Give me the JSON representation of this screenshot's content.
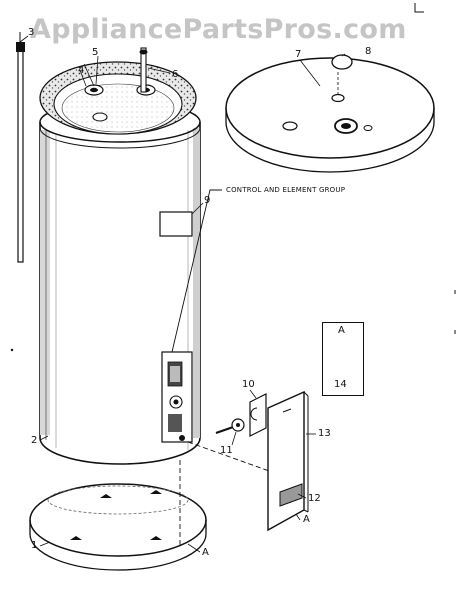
{
  "watermark": "AppliancePartsPros.com",
  "group_label": "CONTROL AND ELEMENT GROUP",
  "callouts": {
    "c1": "1",
    "c2": "2",
    "c3": "3",
    "c4": "4",
    "c5": "5",
    "c6": "6",
    "c7": "7",
    "c8": "8",
    "c9": "9",
    "c10": "10",
    "c11": "11",
    "c12": "12",
    "c13": "13",
    "c14": "14"
  },
  "reference_letters": {
    "screw_box": "A",
    "base": "A",
    "panel": "A"
  },
  "colors": {
    "ink": "#111111",
    "watermark": "#969696",
    "background": "#ffffff"
  }
}
